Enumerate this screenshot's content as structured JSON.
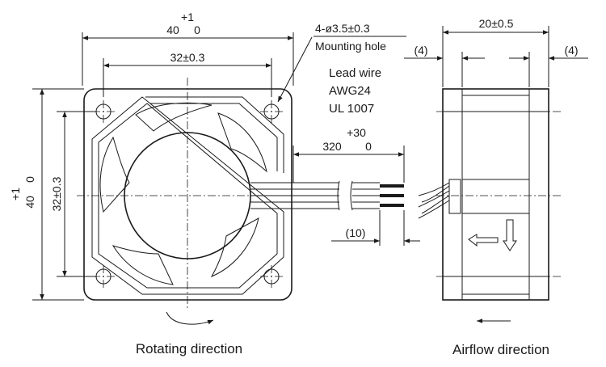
{
  "front_view": {
    "overall_width": {
      "tolerance": "+1",
      "value": "40",
      "suffix": "0"
    },
    "hole_pitch_h": "32±0.3",
    "overall_height": {
      "tolerance": "+1",
      "value": "40",
      "suffix": "0"
    },
    "hole_pitch_v": "32±0.3",
    "mounting_hole": {
      "spec": "4-ø3.5±0.3",
      "label": "Mounting hole"
    },
    "lead_wire": {
      "title": "Lead wire",
      "gauge": "AWG24",
      "standard": "UL 1007"
    },
    "lead_length": {
      "tolerance": "+30",
      "value": "320",
      "suffix": "0"
    },
    "strip_length": "(10)",
    "caption": "Rotating direction"
  },
  "side_view": {
    "depth": "20±0.5",
    "left_offset": "(4)",
    "right_offset": "(4)",
    "caption": "Airflow direction"
  },
  "colors": {
    "line": "#1a1a1a",
    "background": "#ffffff"
  }
}
